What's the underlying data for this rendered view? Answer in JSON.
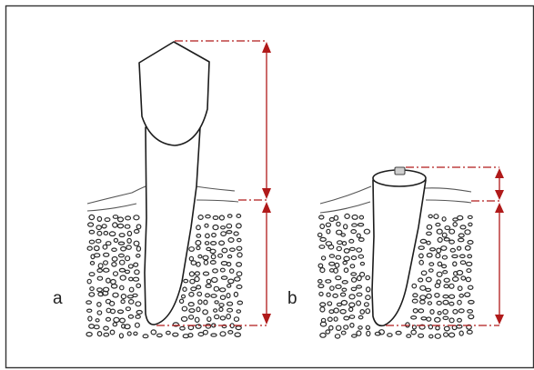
{
  "figure": {
    "panels": [
      {
        "id": "a",
        "label": "a"
      },
      {
        "id": "b",
        "label": "b"
      }
    ]
  },
  "colors": {
    "measurement": "#b01a1a",
    "outline": "#1c1c1c",
    "bone_dots": "#2a2a2a",
    "background": "#ffffff",
    "border": "#333333"
  },
  "icons": {
    "arrow_up": "arrowhead-up",
    "arrow_down": "arrowhead-down"
  }
}
